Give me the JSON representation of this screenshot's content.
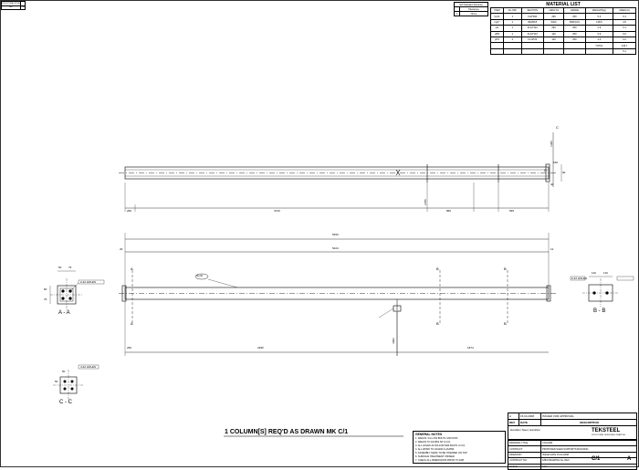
{
  "header_tag": {
    "rows": [
      [
        "STRUCTURAL STEEL",
        ""
      ],
      [
        "SHT",
        "REV"
      ]
    ]
  },
  "tolerance": {
    "title": "Sub Standard Tolerance",
    "headers": [
      "",
      "Tolerances"
    ],
    "rows": [
      [
        "±",
        "±2mm"
      ]
    ]
  },
  "material_list": {
    "title": "MATERIAL LIST",
    "headers": [
      "ITEM",
      "No.OFF",
      "SECTION",
      "LENGTH",
      "GRADE",
      "WEIGHT(kg)",
      "AREA(m²)"
    ],
    "rows": [
      [
        "bp1h",
        "1",
        "FL8*290",
        "290",
        "250",
        "6.3",
        "0.1"
      ],
      [
        "mg1*",
        "1",
        "89x89x5",
        "5324",
        "450PLUS",
        "138.5",
        "4.5"
      ],
      [
        "pl1",
        "1",
        "FL12*110",
        "290",
        "250",
        "2.9",
        "0.1"
      ],
      [
        "pl50",
        "1",
        "FL10*110",
        "140",
        "250",
        "0.9",
        "0.0"
      ],
      [
        "pl70",
        "4",
        "FL10*20",
        "140",
        "250",
        "4.4",
        "0.2"
      ],
      [
        "",
        "",
        "",
        "",
        "",
        "TOTAL",
        "146.7"
      ],
      [
        "",
        "",
        "",
        "",
        "",
        "",
        "5.1"
      ]
    ]
  },
  "sections": {
    "aa": "A - A",
    "bb": "B - B",
    "cc": "C - C",
    "section_markers": [
      "A",
      "A",
      "B",
      "B",
      "B",
      "B",
      "C",
      "C"
    ]
  },
  "dimensions": {
    "top_view": [
      "260",
      "3720",
      "2705",
      "860",
      "565",
      "1306",
      "160",
      "40",
      "90"
    ],
    "front_view_overall": "5250",
    "front_view_inner": "5224",
    "front_view_ends": [
      "20",
      "12"
    ],
    "front_view_bottom": [
      "2395",
      "3002",
      "1874",
      "260"
    ],
    "north_label": "North",
    "aa_dims": [
      "50",
      "76",
      "50",
      "76"
    ],
    "aa_note": "2-22 HOLES",
    "bb_dims": [
      "110",
      "110"
    ],
    "bb_note": "2-22 HOLES",
    "cc_dims": [
      "50",
      "50"
    ],
    "cc_note": "4-22 HOLES"
  },
  "main_title": "1  COLUMN[S]  REQ'D  AS  DRAWN    MK C/1",
  "general_notes": {
    "title": "GENERAL NOTES",
    "lines": [
      "1. WELDS: 6mm FW   BOLTS: M20 8.8/S",
      "2. WELDS TO AS1554 SP U.N.O.",
      "3. ALL HOLES 22 DIA FOR M20 BOLTS U.N.O.",
      "4. ALL WORK TO AS4100 & AS1554",
      "5. ASSEMBLY MARK TO BE STAMPED ON TOP",
      "6. SURFACE TREATMENT: PRIMER",
      "7. CHECK ALL DIMENSIONS PRIOR TO FAB"
    ]
  },
  "revisions": {
    "headers": [
      "REV",
      "DATE",
      "DESCRIPTION"
    ],
    "rows": [
      [
        "A",
        "15.04.2008",
        "ISSUED FOR APPROVAL"
      ]
    ]
  },
  "title_block": {
    "client_line": "Hamilton Steel, Hamilton",
    "company": "TEKSTEEL",
    "company_sub": "STRUCTURAL DESIGN AND DRAFTING",
    "rows": [
      [
        "DRAWING TITLE",
        "COLUMN"
      ],
      [
        "CONTRACT",
        "PROPOSED SHED SUPPORTS BUILDING"
      ],
      [
        "DRAWN BY",
        "ISSUE DATE   15.04.2008"
      ],
      [
        "CONTRACT NO",
        "1884    DRAWING No.   REV"
      ],
      [
        "SCALE",
        "1:10"
      ]
    ],
    "drawing_no": "C/1",
    "rev": "A"
  }
}
